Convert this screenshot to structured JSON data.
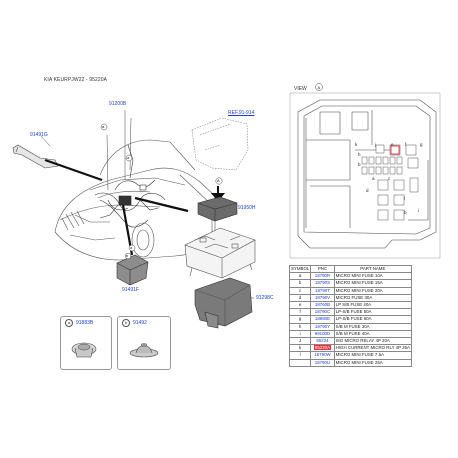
{
  "title": "KIA KEURPJW22 - 95220A",
  "view_label": "VIEW",
  "view_circle": "A",
  "callouts": {
    "p91200B": "91200B",
    "p91491G": "91491G",
    "ref": "REF.91-914",
    "p91950H": "91950H",
    "p91298C": "91298C",
    "p91491F": "91491F",
    "a1": "a",
    "a2": "a",
    "a3": "a",
    "b1": "b",
    "A1": "A"
  },
  "hardware": [
    {
      "circle": "a",
      "pnc": "91883B"
    },
    {
      "circle": "b",
      "pnc": "91492"
    }
  ],
  "fuse_letters": [
    "k",
    "j",
    "e",
    "f",
    "g",
    "h",
    "b",
    "a",
    "c",
    "d",
    "l",
    "i",
    "b"
  ],
  "table": {
    "headers": [
      "SYMBOL",
      "PNC",
      "PART NAME"
    ],
    "rows": [
      {
        "sym": "a",
        "pnc": "18790R",
        "name": "MICRO MINI FUSE 10A",
        "highlight": false
      },
      {
        "sym": "b",
        "pnc": "18790S",
        "name": "MICRO MINI FUSE 15A",
        "highlight": false
      },
      {
        "sym": "c",
        "pnc": "18790T",
        "name": "MICRO MINI FUSE 20A",
        "highlight": false
      },
      {
        "sym": "d",
        "pnc": "18790V",
        "name": "MICRO FUSE 30A",
        "highlight": false
      },
      {
        "sym": "e",
        "pnc": "18760B",
        "name": "LP S/B FUSE 40A",
        "highlight": false
      },
      {
        "sym": "f",
        "pnc": "18790C",
        "name": "LP-S/B FUSE 50A",
        "highlight": false
      },
      {
        "sym": "g",
        "pnc": "18980E",
        "name": "LP-S/B FUSE 60A",
        "highlight": false
      },
      {
        "sym": "h",
        "pnc": "18790Y",
        "name": "S/B M FUSE 30A",
        "highlight": false
      },
      {
        "sym": "i",
        "pnc": "99100D",
        "name": "S/B M FUSE 40A",
        "highlight": false
      },
      {
        "sym": "J",
        "pnc": "95224",
        "name": "ISO MICRO RELAY 4P 20A",
        "highlight": false
      },
      {
        "sym": "k",
        "pnc": "95220A",
        "name": "HIGH CURRENT MICRO RLY 4P 35A",
        "highlight": true
      },
      {
        "sym": "l",
        "pnc": "18790W",
        "name": "MICRO MINI FUSE 7.5A",
        "highlight": false
      },
      {
        "sym": "",
        "pnc": "18790U",
        "name": "MICRO MINI FUSE 25A",
        "highlight": false
      }
    ]
  },
  "colors": {
    "pnc_blue": "#1a3fd1",
    "highlight_red": "#e8323c",
    "line": "#333333"
  }
}
